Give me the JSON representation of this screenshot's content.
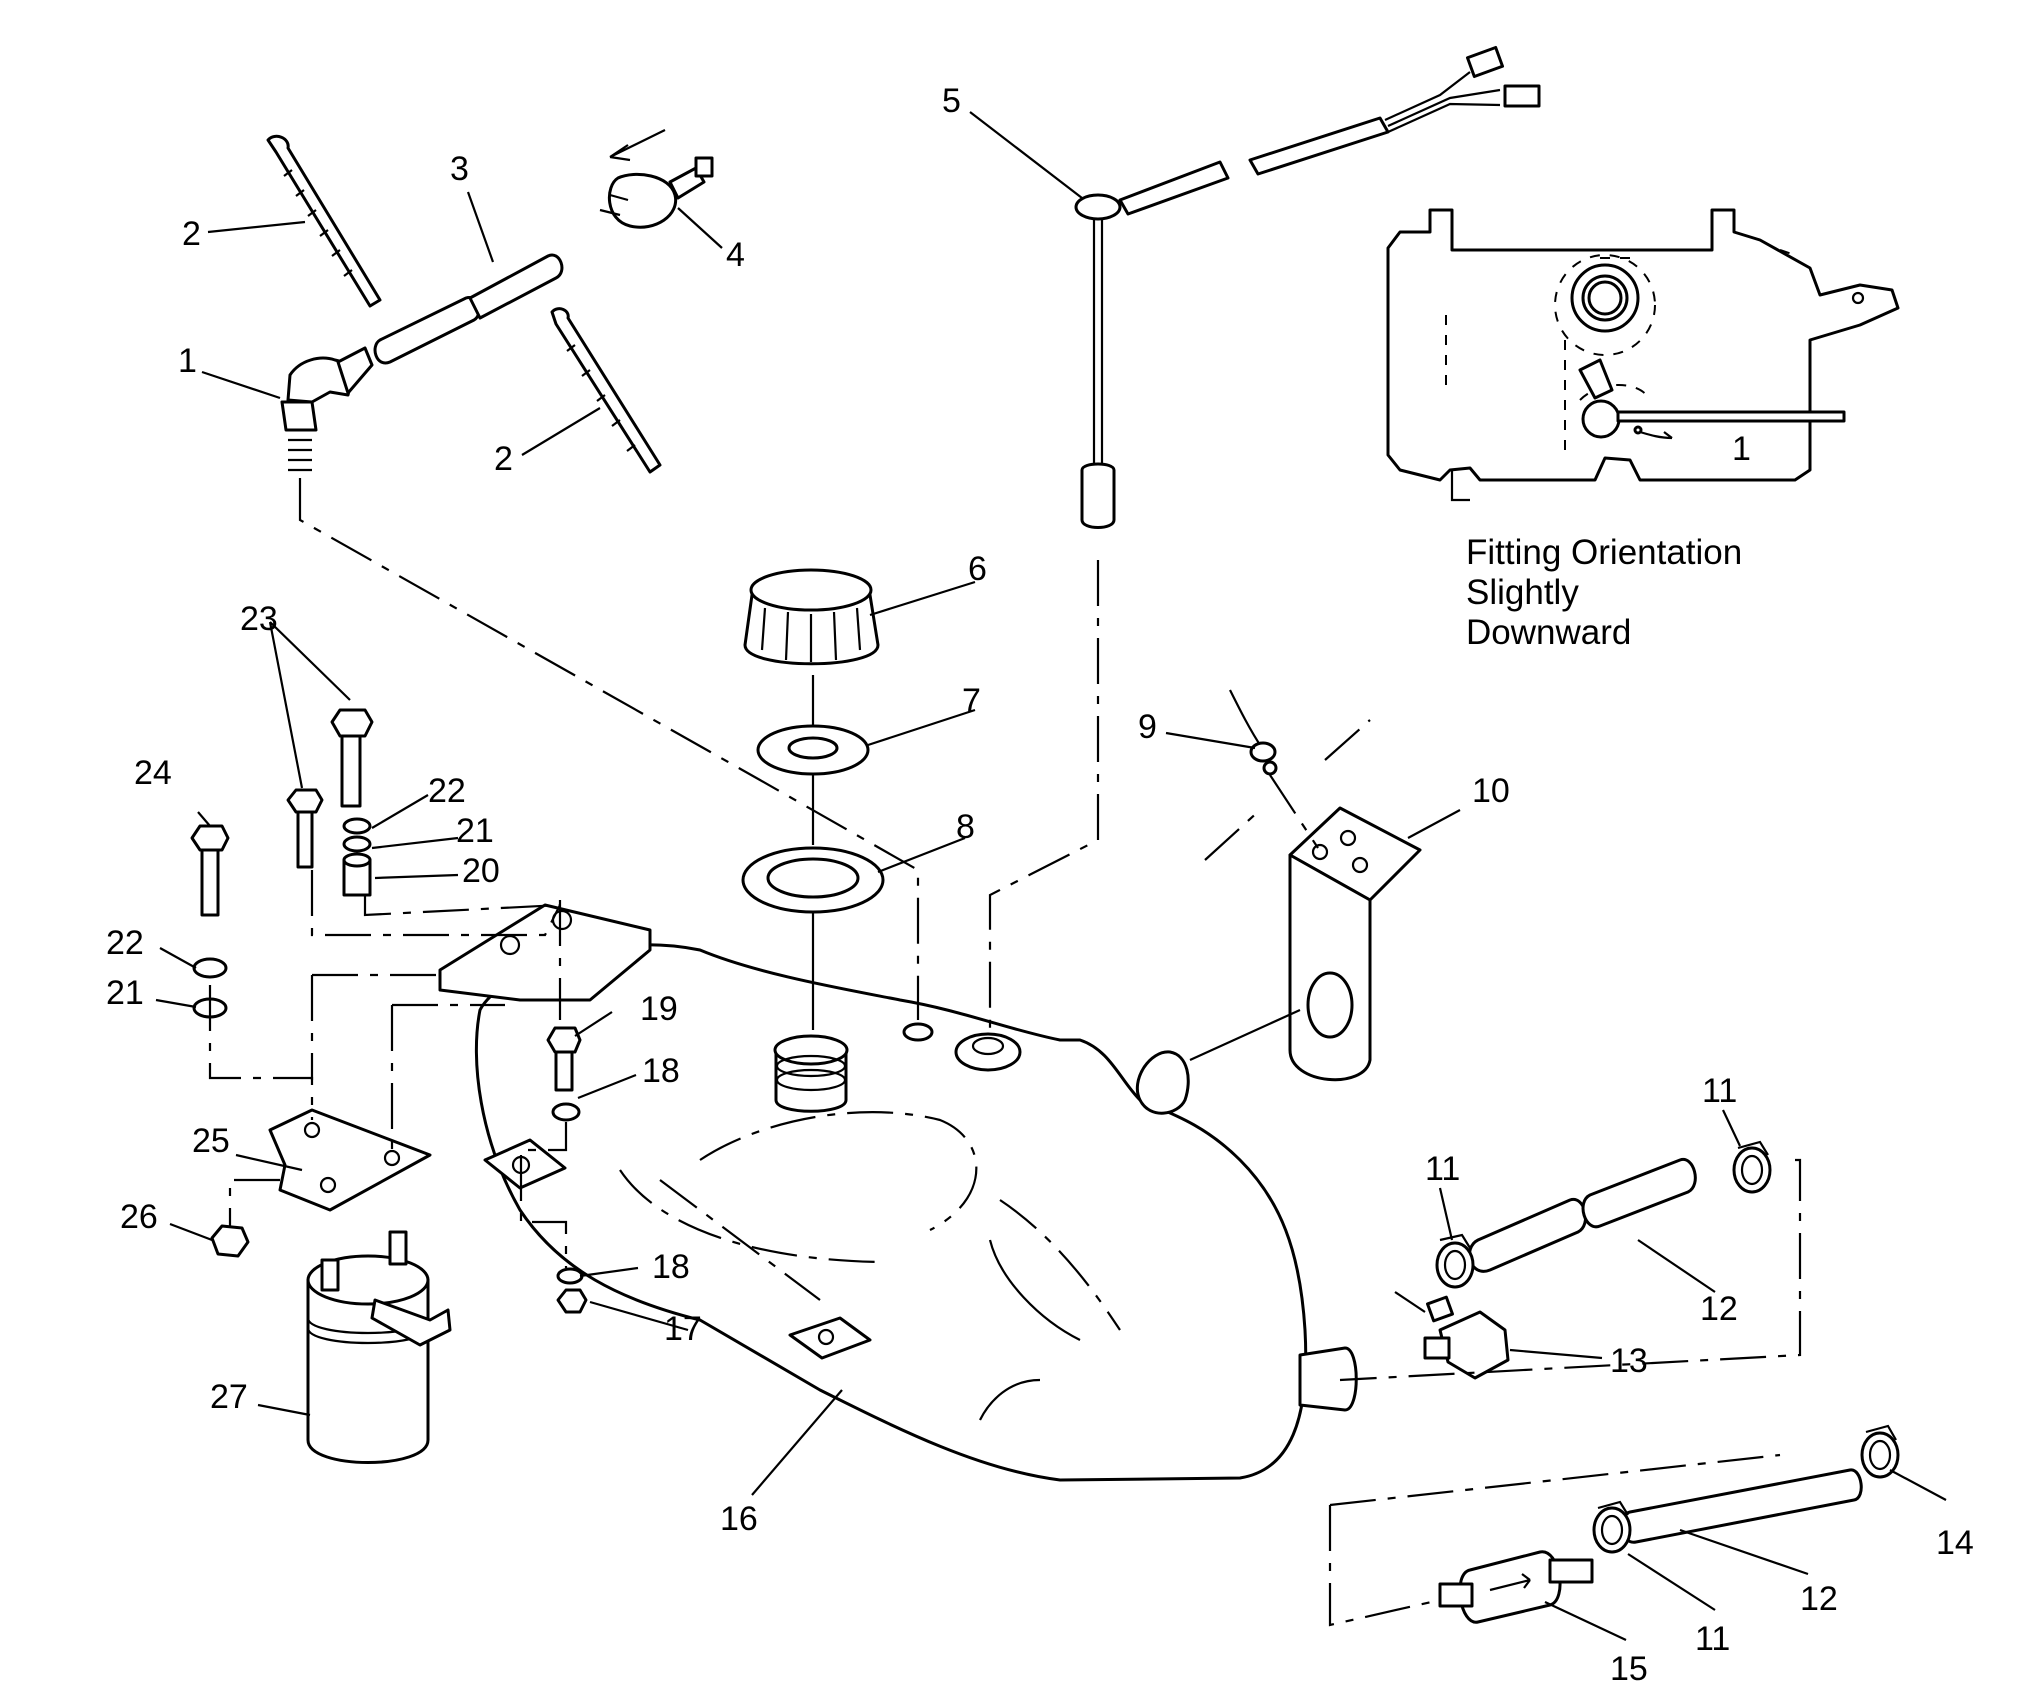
{
  "callouts": {
    "c1": "1",
    "c2a": "2",
    "c2b": "2",
    "c3": "3",
    "c4": "4",
    "c5": "5",
    "c6": "6",
    "c7": "7",
    "c8": "8",
    "c9": "9",
    "c10": "10",
    "c11a": "11",
    "c11b": "11",
    "c11c": "11",
    "c12a": "12",
    "c12b": "12",
    "c13": "13",
    "c14": "14",
    "c15": "15",
    "c16": "16",
    "c17": "17",
    "c18a": "18",
    "c18b": "18",
    "c19": "19",
    "c20": "20",
    "c21a": "21",
    "c21b": "21",
    "c22a": "22",
    "c22b": "22",
    "c23": "23",
    "c24": "24",
    "c25": "25",
    "c26": "26",
    "c27": "27",
    "inset1": "1"
  },
  "inset": {
    "caption_lines": [
      "Fitting Orientation",
      "Slightly",
      "Downward"
    ]
  }
}
